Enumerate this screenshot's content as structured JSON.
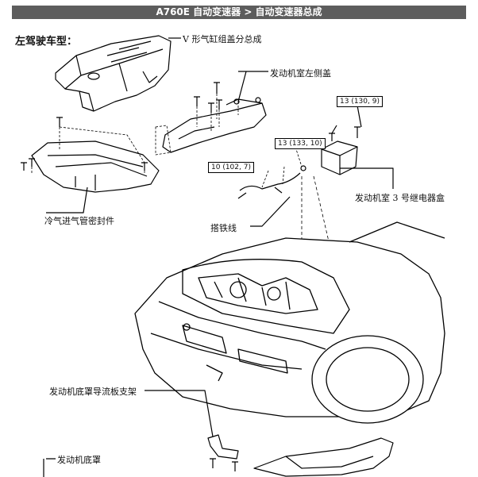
{
  "header": {
    "title": "A760E 自动变速器 > 自动变速器总成"
  },
  "subtitle": "左驾驶车型：",
  "labels": {
    "v_cover": "V 形气缸组盖分总成",
    "left_side_cover": "发动机室左侧盖",
    "cold_air_seal": "冷气进气管密封件",
    "ground_wire": "搭铁线",
    "relay_box": "发动机室 3 号继电器盒",
    "under_cover_bracket": "发动机底罩导流板支架",
    "under_cover": "发动机底罩"
  },
  "torque": {
    "t1": "13 (130, 9)",
    "t2": "13 (133, 10)",
    "t3": "10 (102, 7)"
  }
}
